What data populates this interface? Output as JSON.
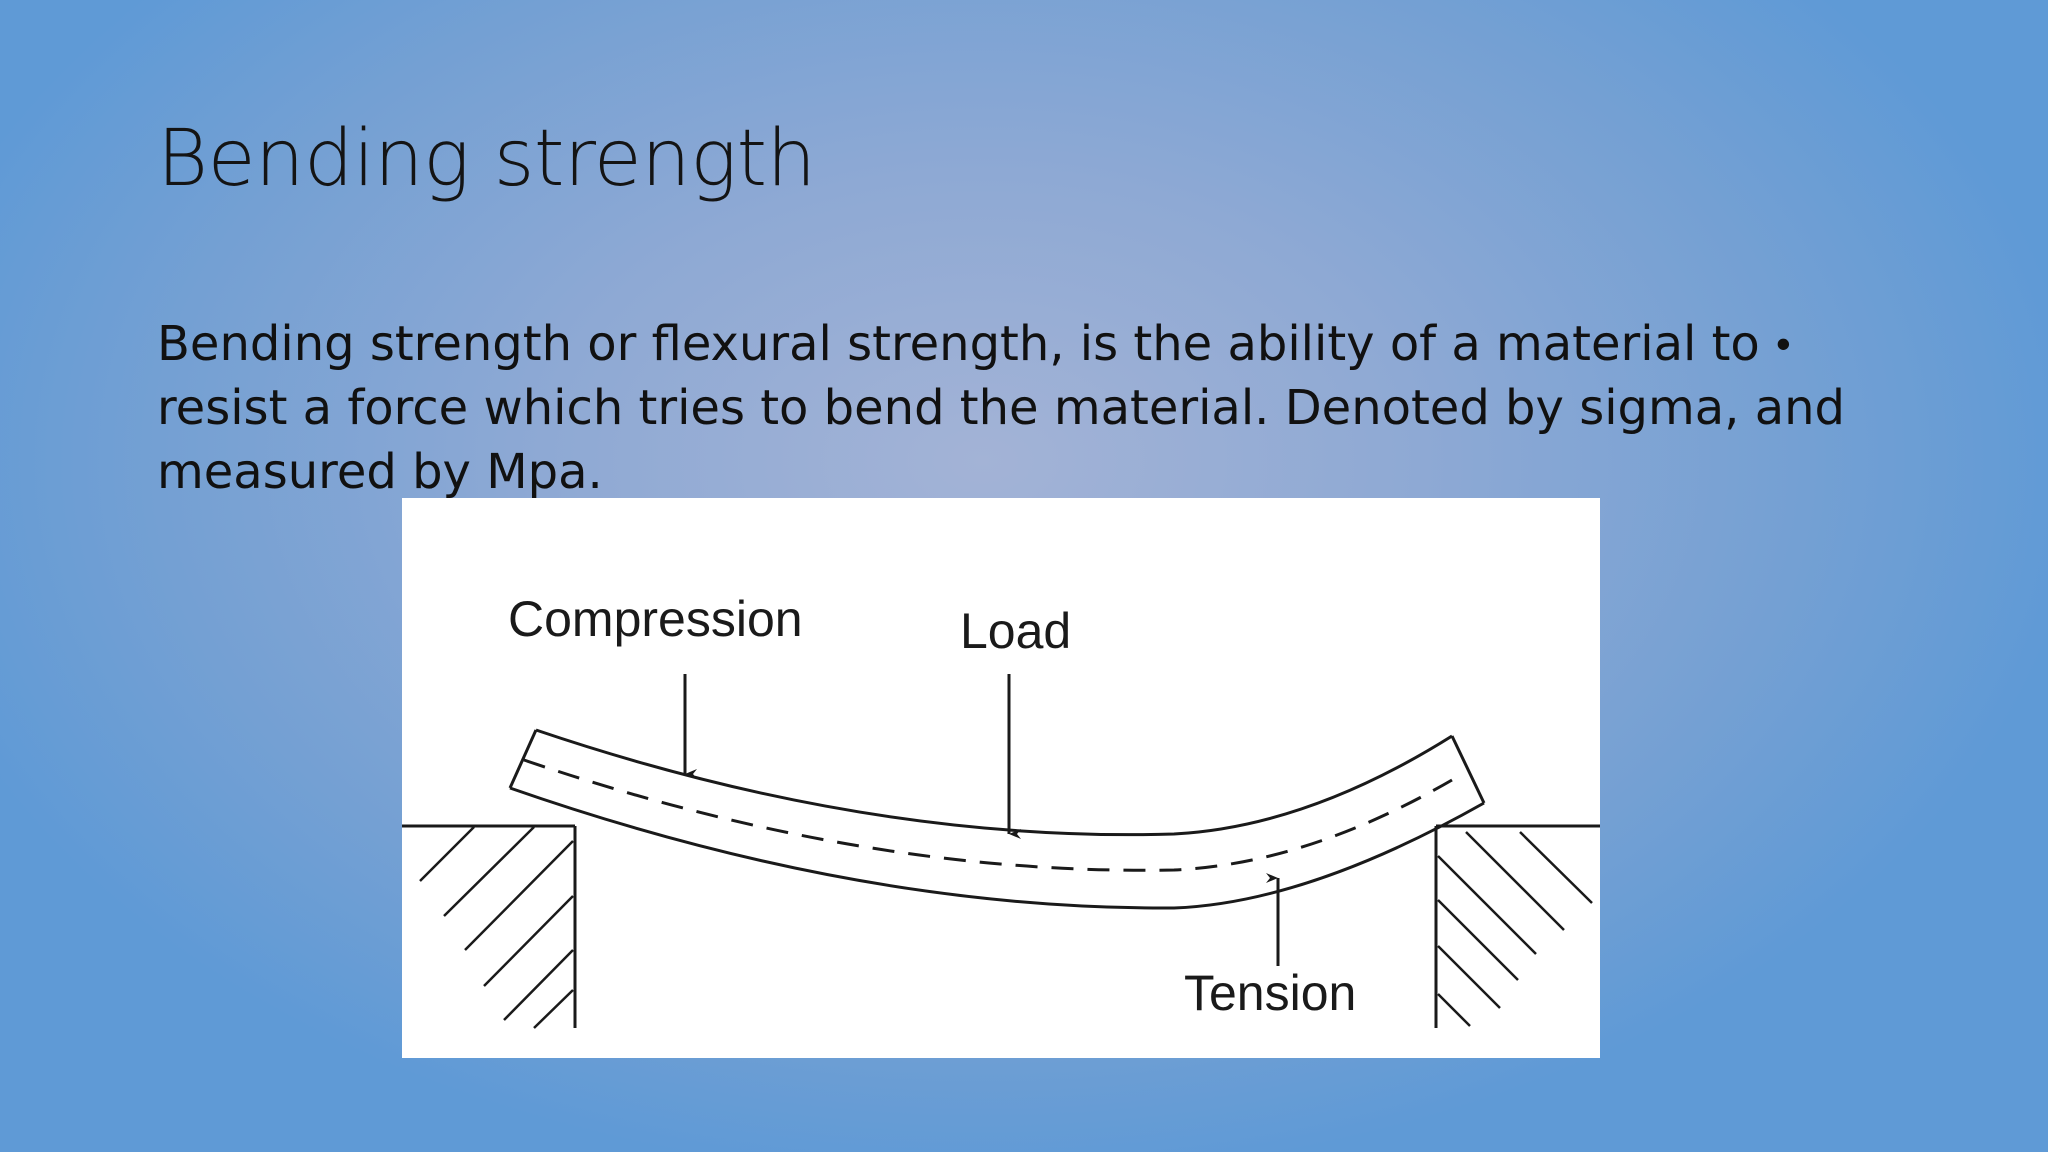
{
  "slide": {
    "title": "Bending strength",
    "bullet": {
      "lines": [
        "Bending strength or flexural strength, is the ability of a material to",
        "resist a force which tries to bend the material. Denoted by sigma, and",
        "measured by Mpa."
      ],
      "marker": "•"
    }
  },
  "diagram": {
    "labels": {
      "compression": "Compression",
      "load": "Load",
      "tension": "Tension"
    }
  },
  "colors": {
    "background_center": "#a3b3d6",
    "background_edge": "#5f9ad6",
    "text": "#111111",
    "figure_bg": "#ffffff",
    "figure_ink": "#1a1a1a"
  }
}
